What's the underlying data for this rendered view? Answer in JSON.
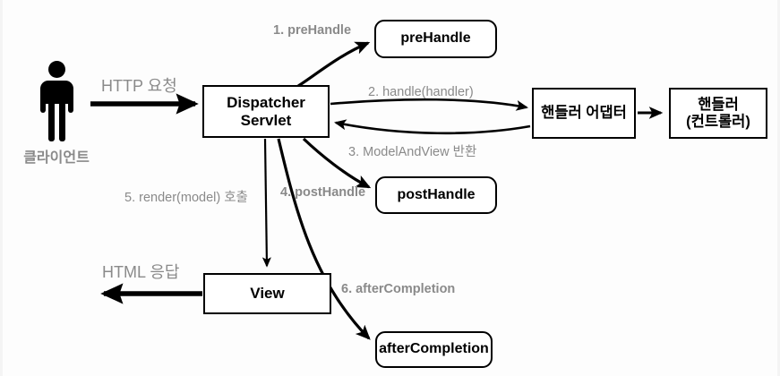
{
  "diagram": {
    "title": "Spring MVC DispatcherServlet Interceptor Flow",
    "background_color": "#fdfdfd",
    "stroke_color": "#000000",
    "label_color": "#8a8a8a"
  },
  "actor": {
    "icon": "person-icon",
    "label": "클라이언트"
  },
  "nodes": [
    {
      "id": "dispatcher",
      "label": "Dispatcher Servlet",
      "line1": "Dispatcher",
      "line2": "Servlet",
      "shape": "rect"
    },
    {
      "id": "prehandle",
      "label": "preHandle",
      "shape": "pill"
    },
    {
      "id": "adapter",
      "label": "핸들러 어댑터",
      "shape": "rect"
    },
    {
      "id": "handler",
      "label": "핸들러 (컨트롤러)",
      "line1": "핸들러",
      "line2": "(컨트롤러)",
      "shape": "rect"
    },
    {
      "id": "posthandle",
      "label": "postHandle",
      "shape": "pill"
    },
    {
      "id": "view",
      "label": "View",
      "shape": "rect"
    },
    {
      "id": "aftercomp",
      "label": "afterCompletion",
      "shape": "pill"
    }
  ],
  "edge_labels": {
    "http_request": "HTTP 요청",
    "html_response": "HTML 응답",
    "step1": "1. preHandle",
    "step2": "2. handle(handler)",
    "step3": "3. ModelAndView 반환",
    "step4": "4. postHandle",
    "step5": "5. render(model) 호출",
    "step6": "6. afterCompletion"
  }
}
